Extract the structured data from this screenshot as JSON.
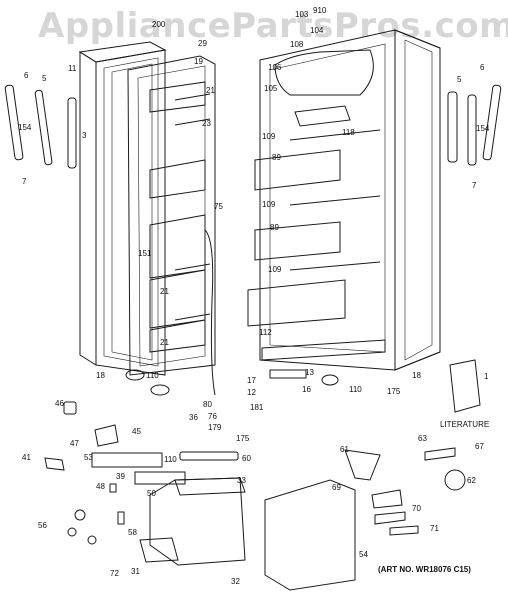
{
  "watermark": "AppliancePartsPros.com",
  "literature_label": "LITERATURE",
  "art_number": "(ART NO. WR18076 C15)",
  "part_labels": [
    "200",
    "29",
    "19",
    "21",
    "23",
    "75",
    "151",
    "21",
    "21",
    "18",
    "110",
    "80",
    "76",
    "6",
    "5",
    "11",
    "154",
    "3",
    "7",
    "910",
    "103",
    "104",
    "108",
    "106",
    "105",
    "118",
    "109",
    "89",
    "109",
    "89",
    "109",
    "112",
    "13",
    "17",
    "12",
    "16",
    "181",
    "110",
    "18",
    "175",
    "5",
    "6",
    "154",
    "7",
    "1",
    "46",
    "45",
    "36",
    "179",
    "175",
    "47",
    "53",
    "110",
    "60",
    "41",
    "39",
    "48",
    "33",
    "61",
    "63",
    "67",
    "62",
    "69",
    "70",
    "71",
    "56",
    "58",
    "31",
    "72",
    "32",
    "54",
    "50"
  ]
}
